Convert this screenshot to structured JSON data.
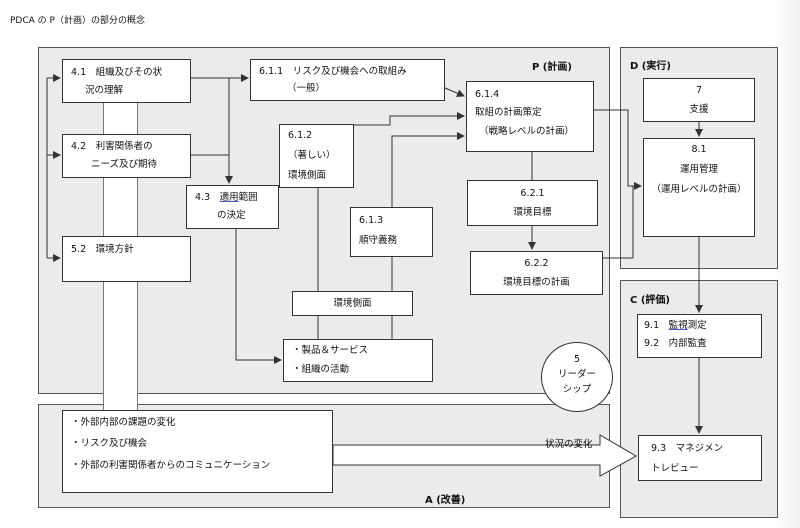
{
  "title": "PDCA の P（計画）の部分の概念",
  "panels": {
    "p": "P (計画)",
    "d": "D (実行)",
    "c": "C (評価)",
    "a": "A (改善)"
  },
  "boxes": {
    "b41": {
      "line1": "4.1　組織及びその状",
      "line2": "況の理解"
    },
    "b42": {
      "line1": "4.2　利害関係者の",
      "line2": "ニーズ及び期待"
    },
    "b52": {
      "line1": "5.2　環境方針"
    },
    "b43": {
      "line1a": "4.3　",
      "line1b": "適用",
      "line1c": "範囲",
      "line2": "の決定"
    },
    "b611": {
      "line1": "6.1.1　リスク及び機会への取組み",
      "line2": "（一般）"
    },
    "b612": {
      "line1": "6.1.2",
      "line2": "（著しい）",
      "line3": "環境側面"
    },
    "b613": {
      "line1": "6.1.3",
      "line2": "順守義務"
    },
    "b614": {
      "line1": "6.1.4",
      "line2": "取組の計画策定",
      "line3": "（戦略レベルの計画）"
    },
    "b621": {
      "line1": "6.2.1",
      "line2": "環境目標"
    },
    "b622": {
      "line1": "6.2.2",
      "line2": "環境目標の計画"
    },
    "env": {
      "label": "環境側面"
    },
    "prod": {
      "line1": "・製品＆サービス",
      "line2": "・組織の活動"
    },
    "b7": {
      "line1": "7",
      "line2": "支援"
    },
    "b81": {
      "line1": "8.1",
      "line2": "運用管理",
      "line3": "（運用レベルの計画）"
    },
    "b9": {
      "line1a": "9.1　",
      "line1b": "監視",
      "line1c": "測定",
      "line2": "9.2　内部監査"
    },
    "b93": {
      "line1": "9.3　マネジメン",
      "line2": "トレビュー"
    },
    "ext": {
      "line1": "・外部内部の課題の変化",
      "line2": "・リスク及び機会",
      "line3": "・外部の利害関係者からのコミュニケーション"
    }
  },
  "leadership": {
    "line1": "5",
    "line2": "リーダー",
    "line3": "シップ"
  },
  "change_label": "状況の変化",
  "colors": {
    "panel": "#ebebeb",
    "line": "#333333",
    "underline": "#3a5ec8"
  }
}
